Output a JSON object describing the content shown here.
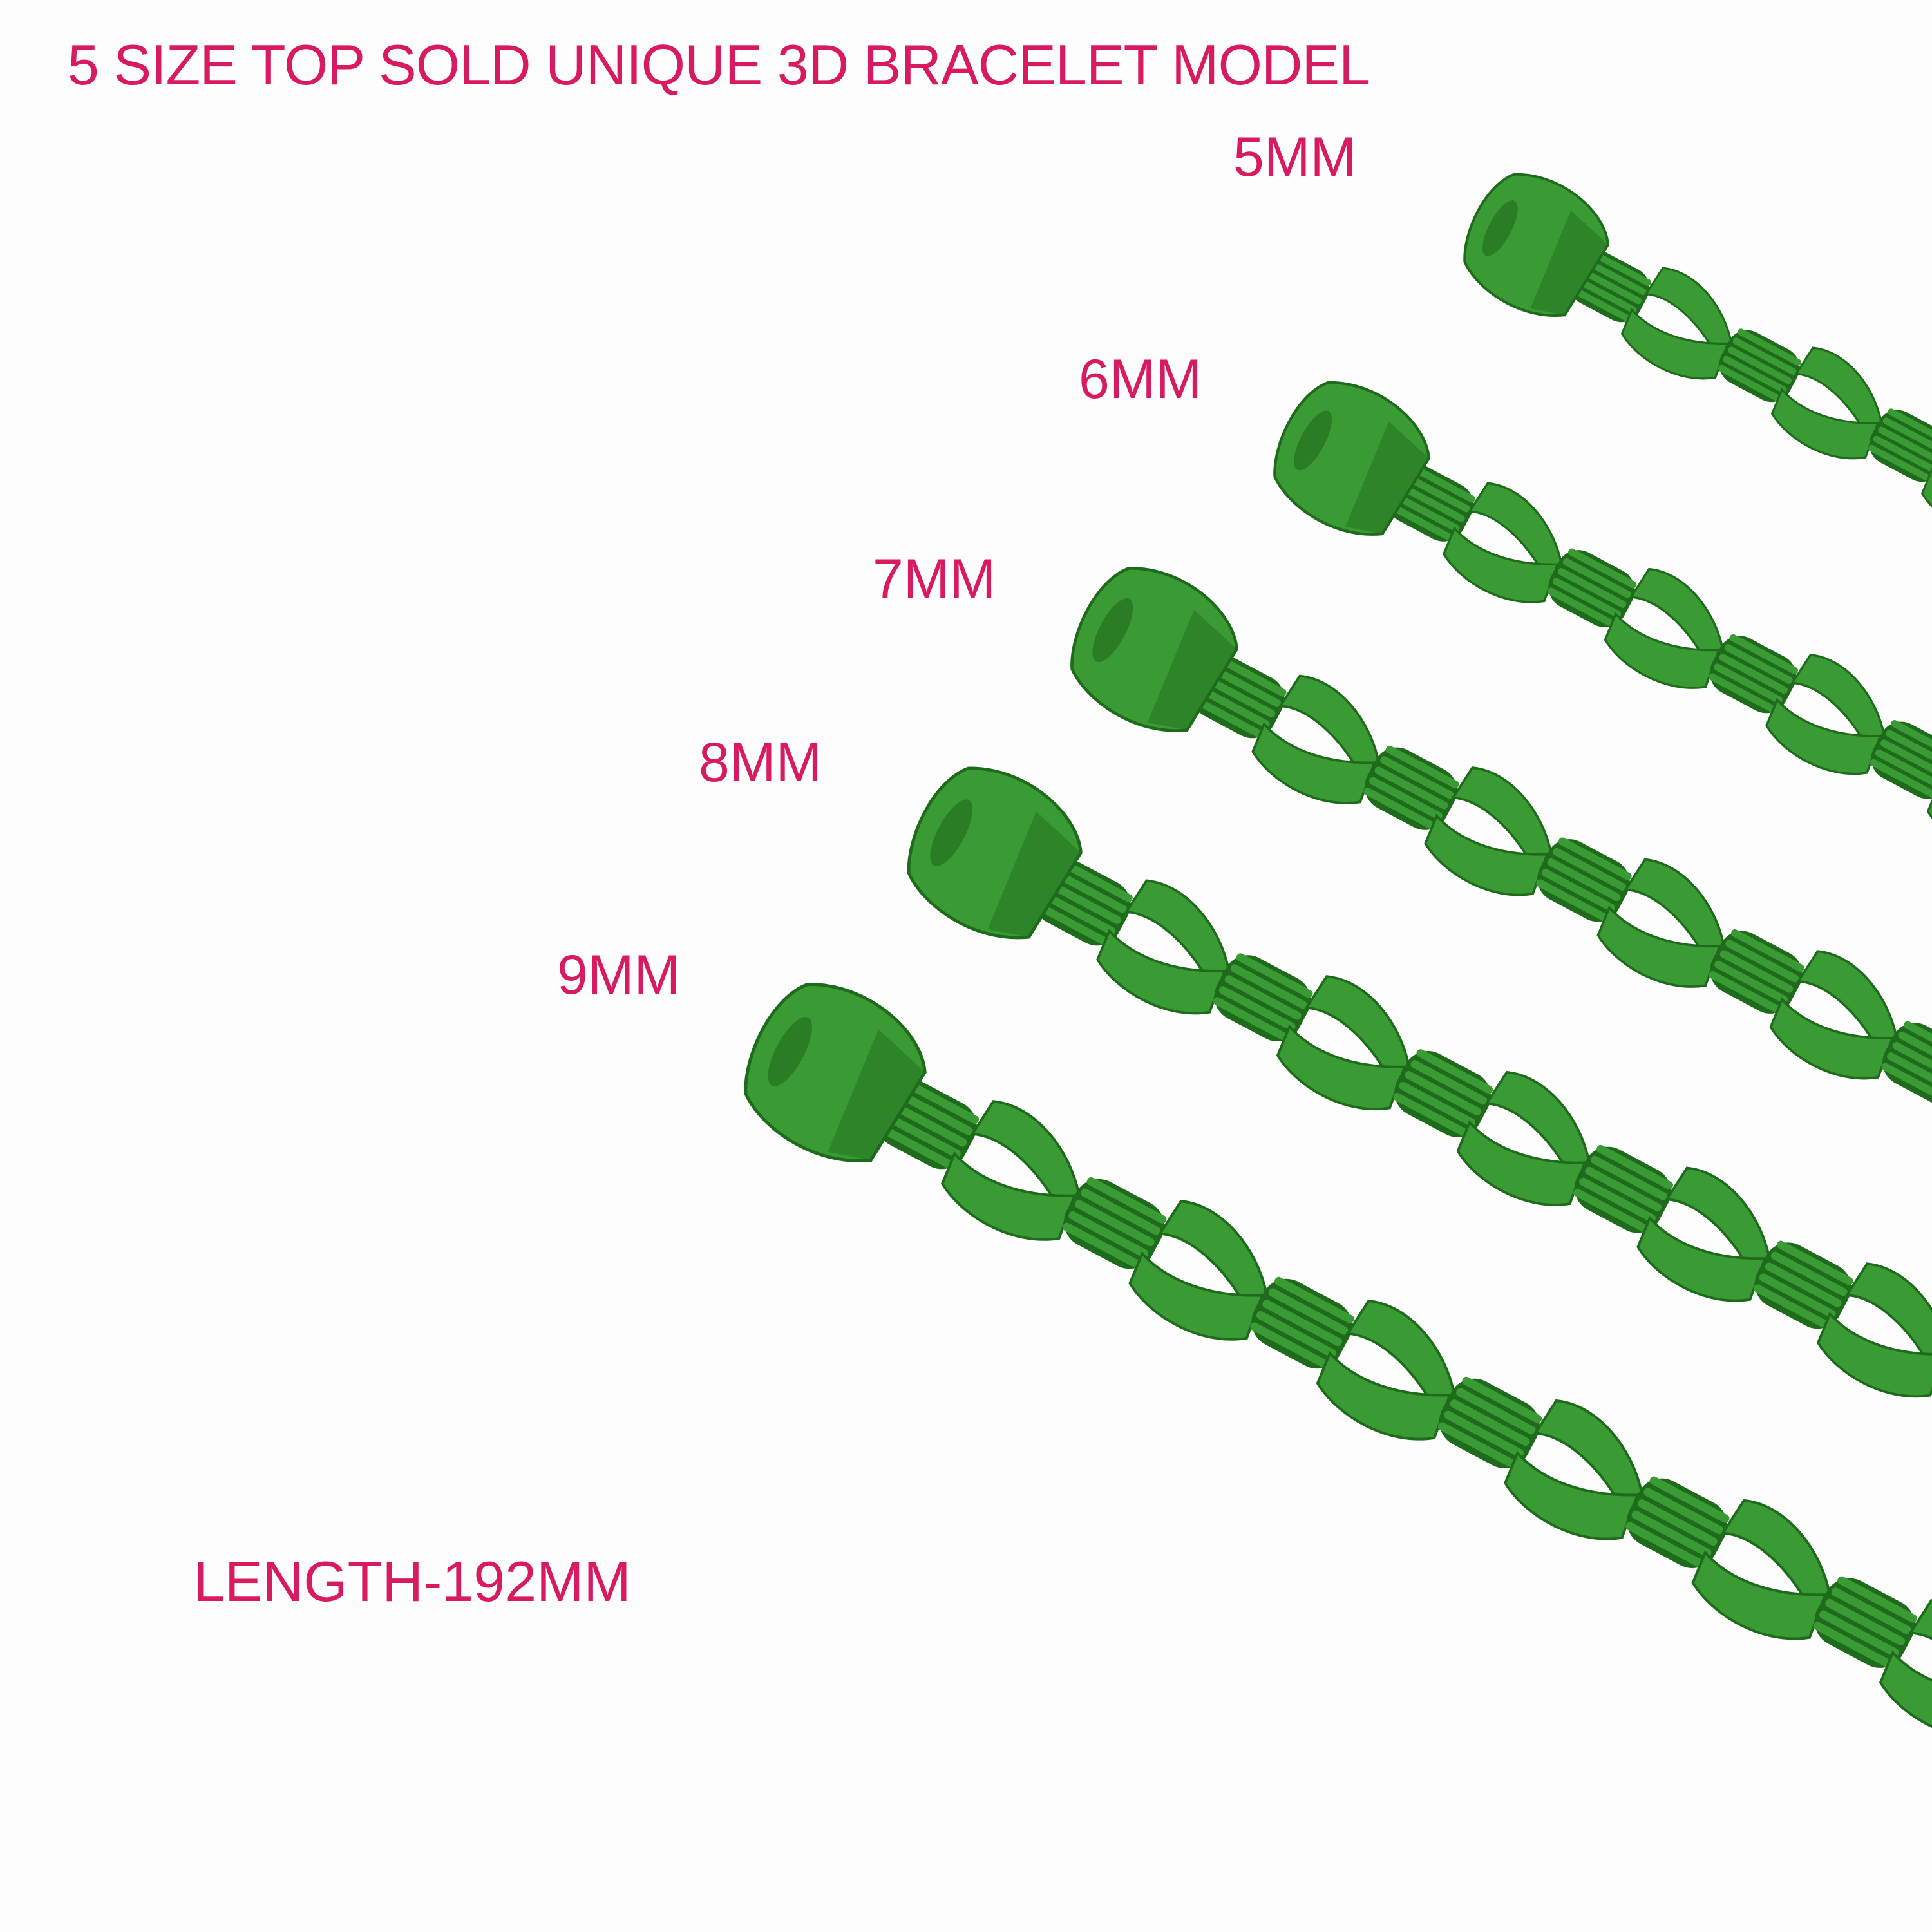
{
  "title": "5 SIZE TOP SOLD UNIQUE 3D BRACELET MODEL",
  "sizes": [
    "5MM",
    "6MM",
    "7MM",
    "8MM",
    "9MM"
  ],
  "length": "LENGTH-192MM",
  "colors": {
    "text": "#d81b60",
    "chain": "#3a9a34",
    "chain_dark": "#1f6b1c",
    "background": "#fdfdfd"
  }
}
